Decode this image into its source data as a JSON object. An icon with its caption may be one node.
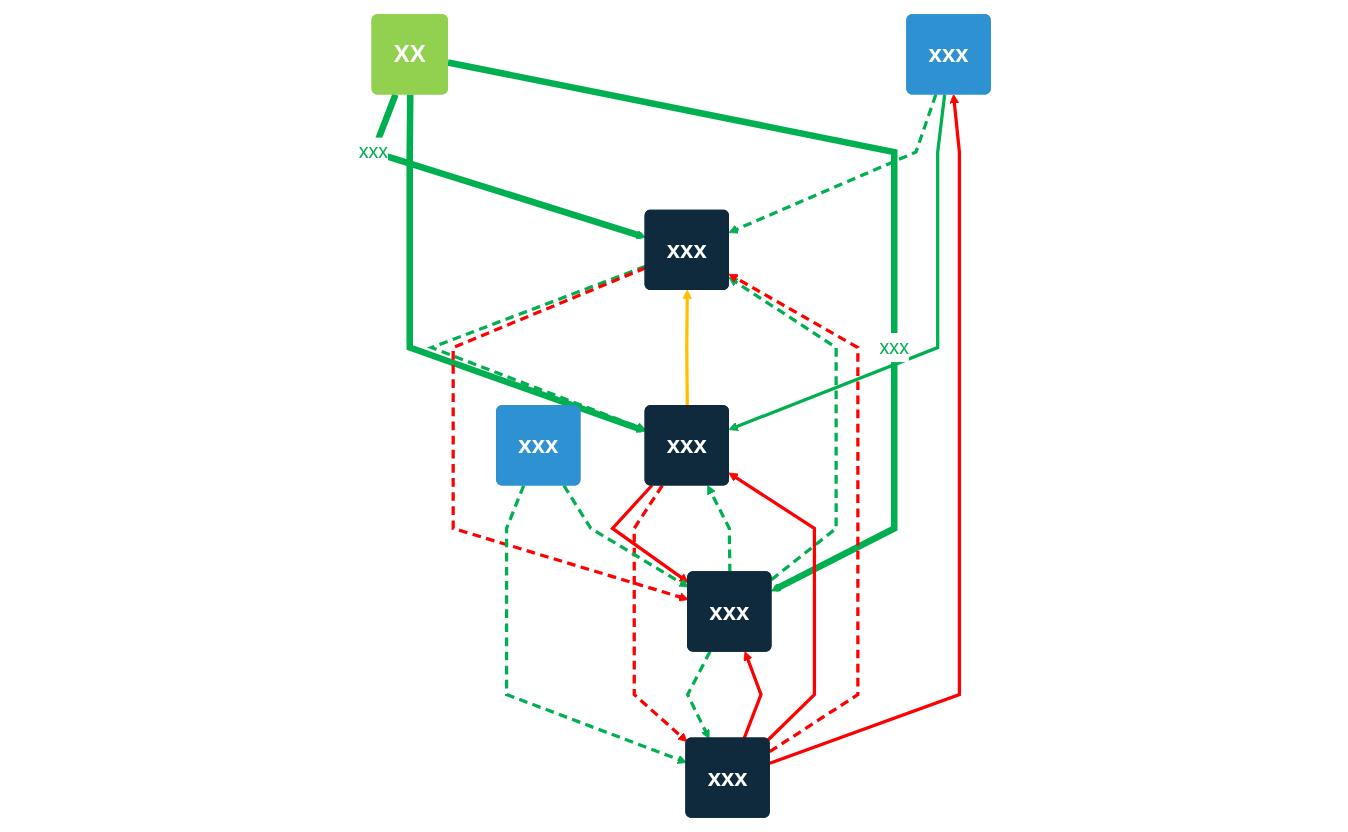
{
  "diagram": {
    "nodes": [
      {
        "text": [
          "xxx"
        ]
      },
      {
        "text": [
          "xxx"
        ]
      },
      {
        "text": [
          "xxx"
        ]
      },
      {
        "text": [
          "XX"
        ]
      },
      {
        "text": [
          "xxx"
        ]
      },
      {
        "text": [
          "xxx"
        ]
      },
      {
        "text": [
          "xxx"
        ]
      }
    ],
    "edges": [
      {
        "from": 0,
        "to": 1,
        "arrow": "to",
        "style": "dashed"
      },
      {
        "from": 0,
        "to": 2,
        "arrow": "to"
      },
      {
        "from": 1,
        "to": 2,
        "arrow": "to",
        "style": "dashed"
      },
      {
        "from": 2,
        "to": 1,
        "arrow": "to",
        "color": "#ffc000"
      },
      {
        "from": 3,
        "to": 1,
        "arrow": "to",
        "style": "thick",
        "label": "xxx"
      },
      {
        "from": 3,
        "to": 2,
        "arrow": "to",
        "style": "thick"
      },
      {
        "from": 3,
        "to": 5,
        "arrow": "to",
        "style": "thick",
        "label": "xxx"
      },
      {
        "from": 1,
        "to": 5,
        "arrow": "to",
        "style": "dashed",
        "color": "#ff0000"
      },
      {
        "from": 5,
        "to": 1,
        "arrow": "to",
        "style": "dashed"
      },
      {
        "from": 2,
        "to": 5,
        "arrow": "to",
        "color": "#ff0000"
      },
      {
        "from": 5,
        "to": 2,
        "arrow": "to",
        "style": "dashed"
      },
      {
        "from": 5,
        "to": 4,
        "arrow": "to",
        "style": "dashed"
      },
      {
        "from": 4,
        "to": 5,
        "arrow": "to",
        "color": "#ff0000"
      },
      {
        "from": 4,
        "to": 0,
        "arrow": "to",
        "color": "#ff0000"
      },
      {
        "from": 2,
        "to": 4,
        "arrow": "to",
        "style": "dashed",
        "color": "#ff0000"
      },
      {
        "from": 4,
        "to": 2,
        "arrow": "to",
        "color": "#ff0000"
      },
      {
        "from": 4,
        "to": 1,
        "arrow": "to",
        "style": "dashed",
        "color": "#ff0000"
      },
      {
        "from": 6,
        "to": 4,
        "arrow": "to",
        "style": "dashed"
      },
      {
        "from": 6,
        "to": 5,
        "arrow": "to",
        "style": "dashed"
      }
    ]
  }
}
